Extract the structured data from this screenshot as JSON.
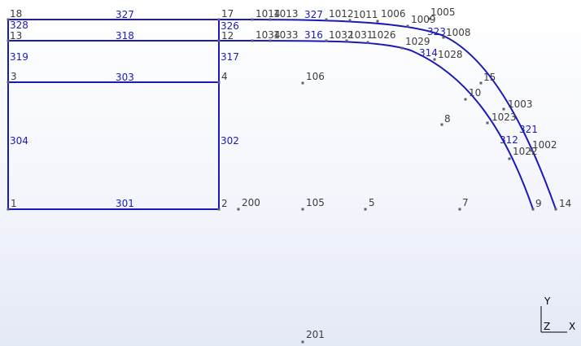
{
  "model": {
    "nodes": [
      {
        "id": "18"
      },
      {
        "id": "17"
      },
      {
        "id": "13"
      },
      {
        "id": "12"
      },
      {
        "id": "3"
      },
      {
        "id": "4"
      },
      {
        "id": "1"
      },
      {
        "id": "2"
      },
      {
        "id": "200"
      },
      {
        "id": "105"
      },
      {
        "id": "5"
      },
      {
        "id": "7"
      },
      {
        "id": "9"
      },
      {
        "id": "14"
      },
      {
        "id": "106"
      },
      {
        "id": "8"
      },
      {
        "id": "10"
      },
      {
        "id": "15"
      },
      {
        "id": "201"
      },
      {
        "id": "1014"
      },
      {
        "id": "1013"
      },
      {
        "id": "1012"
      },
      {
        "id": "1011"
      },
      {
        "id": "1006"
      },
      {
        "id": "1009"
      },
      {
        "id": "1005"
      },
      {
        "id": "1008"
      },
      {
        "id": "1029"
      },
      {
        "id": "1028"
      },
      {
        "id": "1034"
      },
      {
        "id": "1033"
      },
      {
        "id": "1032"
      },
      {
        "id": "1031"
      },
      {
        "id": "1026"
      },
      {
        "id": "1003"
      },
      {
        "id": "1023"
      },
      {
        "id": "1002"
      },
      {
        "id": "1022"
      }
    ],
    "elements": [
      {
        "id": "327"
      },
      {
        "id": "328"
      },
      {
        "id": "318"
      },
      {
        "id": "326"
      },
      {
        "id": "316"
      },
      {
        "id": "319"
      },
      {
        "id": "317"
      },
      {
        "id": "303"
      },
      {
        "id": "304"
      },
      {
        "id": "302"
      },
      {
        "id": "301"
      },
      {
        "id": "323"
      },
      {
        "id": "314"
      },
      {
        "id": "312"
      },
      {
        "id": "321"
      }
    ]
  },
  "triad": {
    "x_label": "X",
    "y_label": "Y",
    "z_label": "Z"
  },
  "colors": {
    "edge": "#1a1ab8",
    "node": "#606060",
    "node_label": "#3c3c3c"
  }
}
